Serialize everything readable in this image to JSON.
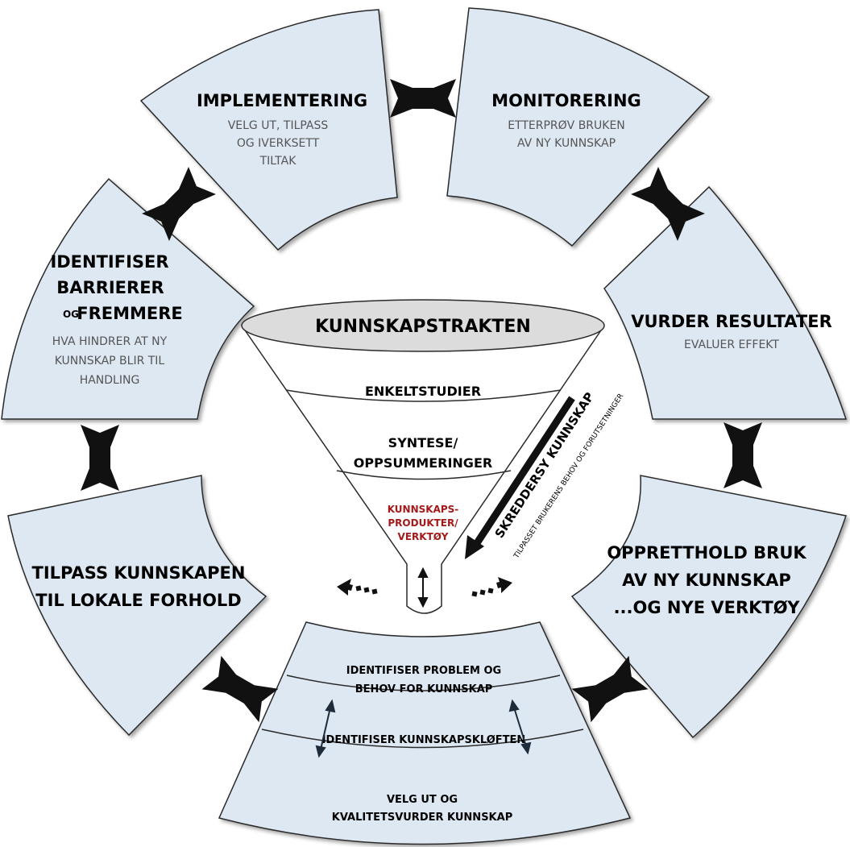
{
  "segments": {
    "implementering": {
      "title": "IMPLEMENTERING",
      "lines": [
        "VELG UT, TILPASS",
        "OG IVERKSETT",
        "TILTAK"
      ]
    },
    "monitorering": {
      "title": "MONITORERING",
      "lines": [
        "ETTERPRØV BRUKEN",
        "AV NY KUNNSKAP"
      ]
    },
    "vurder": {
      "title": "VURDER RESULTATER",
      "lines": [
        "EVALUER EFFEKT"
      ]
    },
    "opprettholde": {
      "lines": [
        "OPPRETTHOLD BRUK",
        "AV NY KUNNSKAP",
        "...OG NYE VERKTØY"
      ]
    },
    "tilpass": {
      "lines": [
        "TILPASS KUNNSKAPEN",
        "TIL LOKALE FORHOLD"
      ]
    },
    "identifiser": {
      "title_lines": [
        "IDENTIFISER",
        "BARRIERER"
      ],
      "og": "OG",
      "title_last": "FREMMERE",
      "lines": [
        "HVA HINDRER AT NY",
        "KUNNSKAP BLIR TIL",
        "HANDLING"
      ]
    }
  },
  "funnel": {
    "title": "KUNNSKAPSTRAKTEN",
    "level1": "ENKELTSTUDIER",
    "level2": [
      "SYNTESE/",
      "OPPSUMMERINGER"
    ],
    "level3": [
      "KUNNSKAPS-",
      "PRODUKTER/",
      "VERKTØY"
    ],
    "side_label": "SKREDDERSY KUNNSKAP",
    "side_sub": "TILPASSET BRUKERENS BEHOV OG FORUTSETNINGER"
  },
  "base": {
    "band1": [
      "IDENTIFISER PROBLEM OG",
      "BEHOV FOR KUNNSKAP"
    ],
    "band2": "IDENTIFISER KUNNSKAPSKLØFTEN",
    "band3": [
      "VELG UT OG",
      "KVALITETSVURDER KUNNSKAP"
    ]
  },
  "colors": {
    "segment_fill": "#dde8f3",
    "segment_stroke": "#2a2a2a",
    "arrow_fill": "#111111",
    "funnel_top_fill": "#dcdcdc",
    "accent_red": "#a41a1a"
  }
}
